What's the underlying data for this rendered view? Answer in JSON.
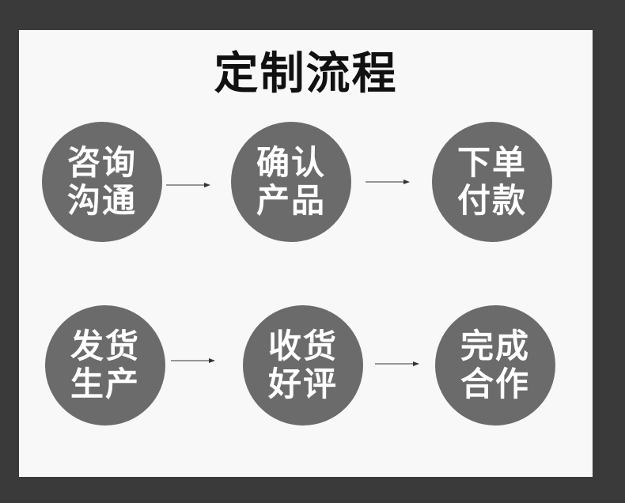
{
  "title": "定制流程",
  "steps": [
    {
      "line1": "咨询",
      "line2": "沟通"
    },
    {
      "line1": "确认",
      "line2": "产品"
    },
    {
      "line1": "下单",
      "line2": "付款"
    },
    {
      "line1": "发货",
      "line2": "生产"
    },
    {
      "line1": "收货",
      "line2": "好评"
    },
    {
      "line1": "完成",
      "line2": "合作"
    }
  ],
  "colors": {
    "background": "#3a3a3a",
    "panel": "#f8f8f8",
    "circle": "#6b6b6b",
    "circle_text": "#ffffff",
    "title_text": "#111111",
    "arrow": "#333333"
  }
}
